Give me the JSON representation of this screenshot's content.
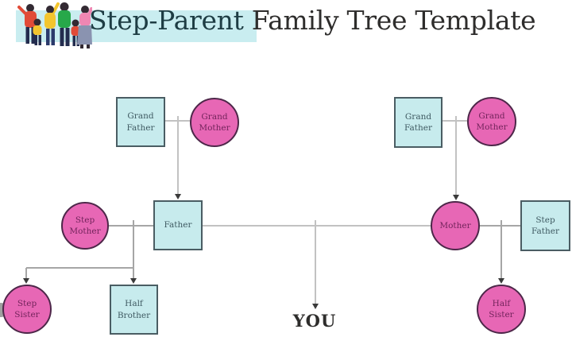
{
  "title": {
    "highlight_text": "Step-Parent",
    "rest_text": " Family Tree Template"
  },
  "center_label": "YOU",
  "nodes": {
    "left_grandfather": {
      "label": "Grand Father",
      "shape": "square"
    },
    "left_grandmother": {
      "label": "Grand Mother",
      "shape": "circle"
    },
    "step_mother": {
      "label": "Step Mother",
      "shape": "circle"
    },
    "father": {
      "label": "Father",
      "shape": "square"
    },
    "step_sister": {
      "label": "Step Sister",
      "shape": "circle"
    },
    "half_brother": {
      "label": "Half Brother",
      "shape": "square"
    },
    "right_grandfather": {
      "label": "Grand Father",
      "shape": "square"
    },
    "right_grandmother": {
      "label": "Grand Mother",
      "shape": "circle"
    },
    "mother": {
      "label": "Mother",
      "shape": "circle"
    },
    "step_father": {
      "label": "Step Father",
      "shape": "square"
    },
    "half_sister": {
      "label": "Half Sister",
      "shape": "circle"
    }
  },
  "icons": {
    "header_icon": "family-group-icon"
  },
  "colors": {
    "square_fill": "#c7ebed",
    "square_border": "#4a5d63",
    "square_text": "#3f5a62",
    "circle_fill": "#e767b5",
    "circle_border": "#4d2749",
    "circle_text": "#73245c",
    "connector": "#b9b9b9",
    "arrow": "#3a3a3a",
    "title_highlight": "#c9edf0",
    "title_accent": "#1e3d44",
    "title_text": "#2e2d2c"
  }
}
